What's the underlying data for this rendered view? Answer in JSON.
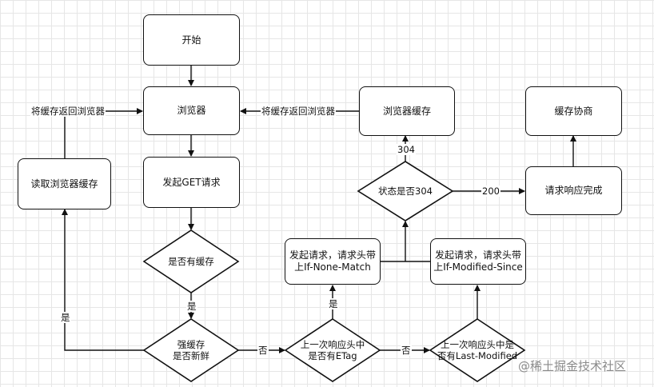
{
  "nodes": {
    "start": "开始",
    "browser": "浏览器",
    "send_get": "发起GET请求",
    "read_cache": "读取浏览器缓存",
    "browser_cache": "浏览器缓存",
    "cache_negotiation": "缓存协商",
    "request_complete": "请求响应完成",
    "if_none_match": "发起请求，请求头带\n上If-None-Match",
    "if_modified_since": "发起请求，请求头带\n上If-Modified-Since"
  },
  "decisions": {
    "has_cache": "是否有缓存",
    "strong_fresh": "强缓存\n是否新鲜",
    "has_etag": "上一次响应头中\n是否有ETag",
    "has_last_modified": "上一次响应头中是\n否有Last-Modified",
    "status_304": "状态是否304"
  },
  "edges": {
    "return_left": "将缓存返回浏览器",
    "return_right": "将缓存返回浏览器",
    "yes_read": "是",
    "yes_fresh": "是",
    "no_fresh": "否",
    "yes_etag": "是",
    "no_etag": "否",
    "code_304": "304",
    "code_200": "200"
  },
  "watermark": "@稀土掘金技术社区"
}
